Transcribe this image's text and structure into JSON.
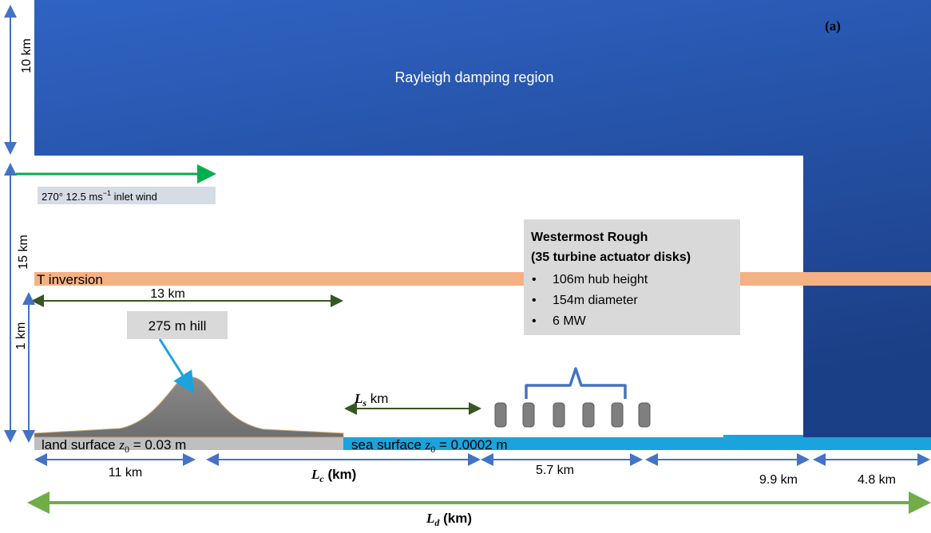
{
  "panel_label": "(a)",
  "damping_region_label": "Rayleigh damping region",
  "vertical_dims": {
    "top": "10 km",
    "middle": "15 km",
    "lower": "1 km"
  },
  "inlet": {
    "deg": "270°",
    "speed": "12.5 ms",
    "speed_exp": "−1",
    "suffix": " inlet wind"
  },
  "inversion_label": "T inversion",
  "dim_13km": "13 km",
  "hill_label": "275 m hill",
  "ls_label": {
    "var": "L",
    "sub": "s",
    "suffix": " km"
  },
  "farm": {
    "title": "Westermost Rough",
    "subtitle": "(35 turbine actuator disks)",
    "bullets": [
      "106m hub height",
      "154m diameter",
      "6 MW"
    ],
    "bullet_glyph": "•"
  },
  "land_surface": {
    "prefix": "land surface ",
    "var": "z",
    "sub": "0",
    "suffix": " = 0.03 m"
  },
  "sea_surface": {
    "prefix": "sea surface ",
    "var": "z",
    "sub": "0",
    "suffix": " = 0.0002 m"
  },
  "bottom_dims": {
    "d1": "11 km",
    "lc": {
      "var": "L",
      "sub": "c",
      "suffix": " (km)"
    },
    "d3": "5.7 km",
    "d4": "9.9 km",
    "d5": "4.8 km"
  },
  "ld": {
    "var": "L",
    "sub": "d",
    "suffix": " (km)"
  },
  "colors": {
    "damping_top": "#2f63c4",
    "damping_bottom": "#1b3f86",
    "inversion": "#f4b183",
    "land": "#bfbfbf",
    "sea": "#1aa3dc",
    "hill": "#808080",
    "green_arrow": "#00b050",
    "light_green_arrow": "#70ad47",
    "dark_green_arrow": "#375623",
    "blue_arrow": "#4472c4",
    "callout_box": "#d9d9d9",
    "inlet_box": "#d6dce5",
    "turbine": "#7f7f7f",
    "bracket": "#4472c4"
  }
}
